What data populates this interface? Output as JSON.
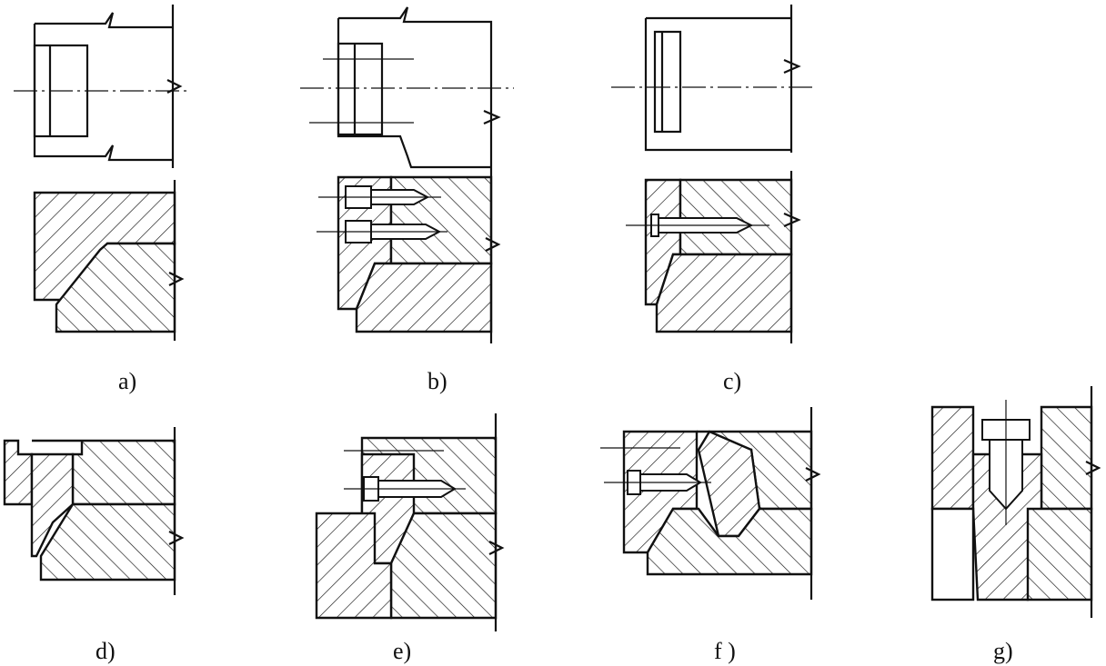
{
  "captions": {
    "a": "a)",
    "b": "b)",
    "c": "c)",
    "d": "d)",
    "e": "e)",
    "f": "f )",
    "g": "g)"
  }
}
